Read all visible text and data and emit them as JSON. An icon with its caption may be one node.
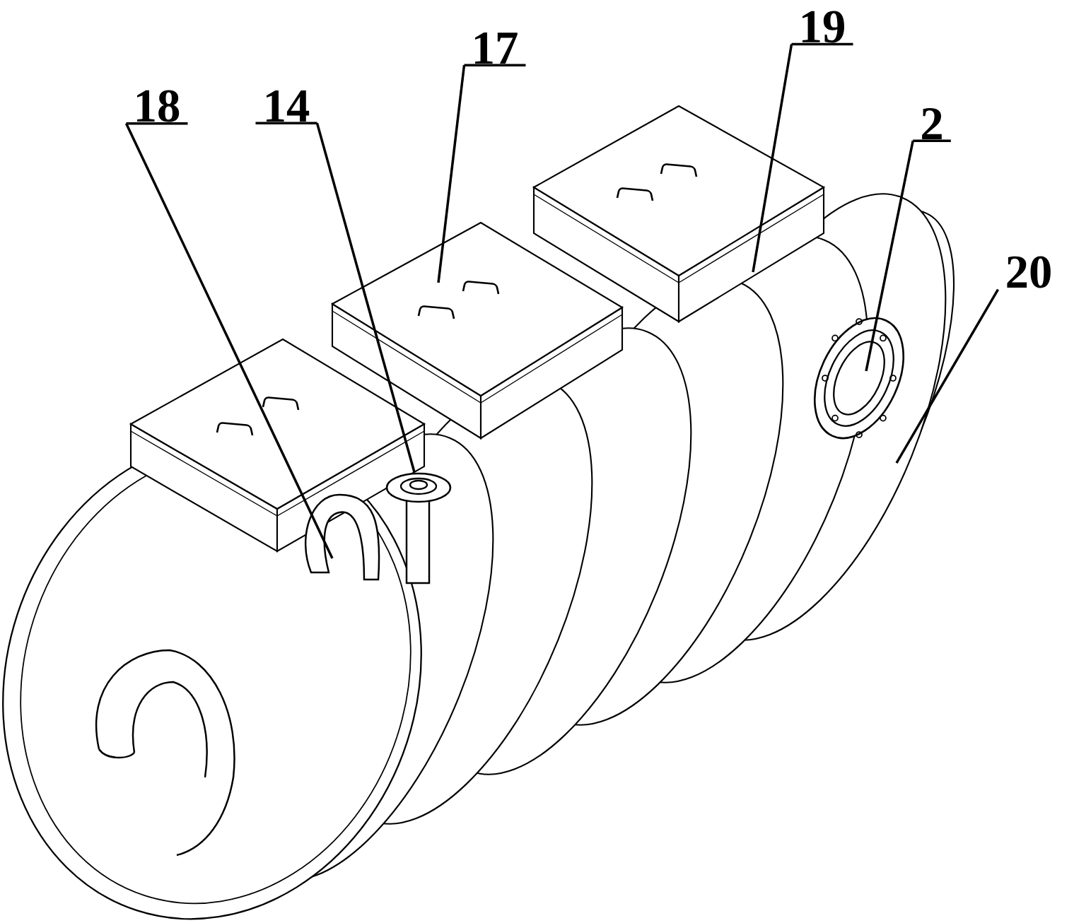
{
  "diagram": {
    "nodes": [
      {
        "text": [
          "18"
        ]
      },
      {
        "text": [
          "14"
        ]
      },
      {
        "text": [
          "17"
        ]
      },
      {
        "text": [
          "19"
        ]
      },
      {
        "text": [
          "2"
        ]
      },
      {
        "text": [
          "20"
        ]
      }
    ],
    "edges": [
      {
        "from": 0,
        "to": null,
        "arrow": "none"
      },
      {
        "from": 1,
        "to": null,
        "arrow": "none"
      },
      {
        "from": 2,
        "to": null,
        "arrow": "none"
      },
      {
        "from": 3,
        "to": null,
        "arrow": "none"
      },
      {
        "from": 4,
        "to": null,
        "arrow": "none"
      },
      {
        "from": 5,
        "to": null,
        "arrow": "none"
      }
    ]
  }
}
